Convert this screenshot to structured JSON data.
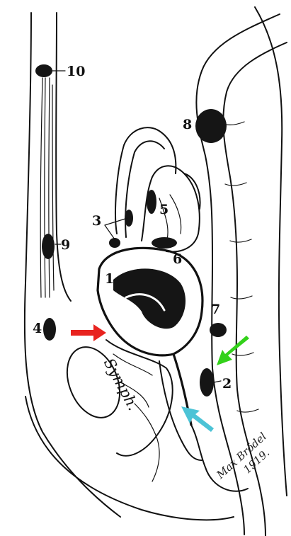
{
  "labels": {
    "l1": "1",
    "l2": "2",
    "l3": "3",
    "l4": "4",
    "l5": "5",
    "l6": "6",
    "l7": "7",
    "l8": "8",
    "l9": "9",
    "l10": "10"
  },
  "symph_label": "Symph.",
  "signature": {
    "name": "Max Brödel",
    "year": "1919."
  },
  "arrows": {
    "red": "#e8231f",
    "green": "#33d11a",
    "cyan": "#4cc3d6"
  }
}
